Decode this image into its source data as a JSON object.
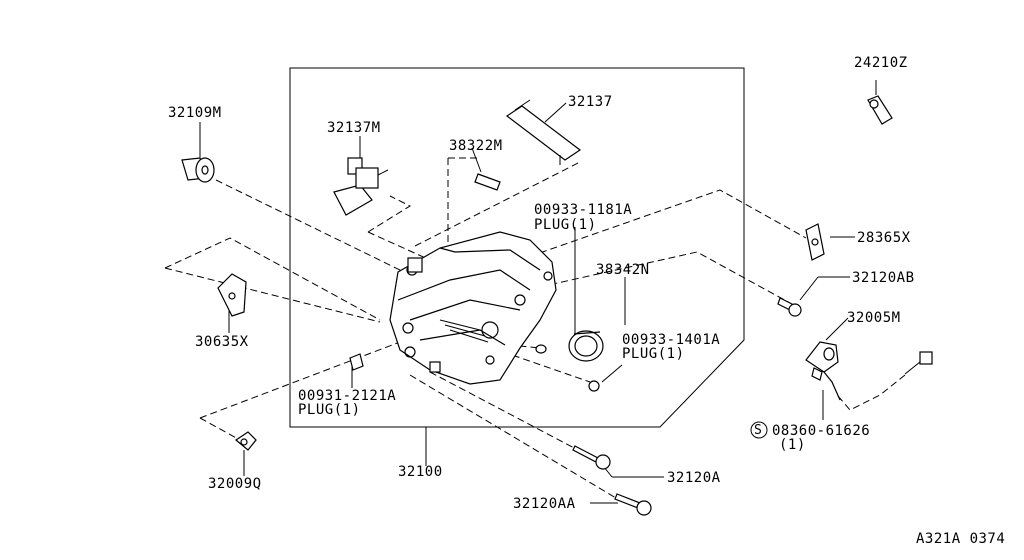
{
  "labels": {
    "p24210z": "24210Z",
    "p32109m": "32109M",
    "p32137m": "32137M",
    "p32137": "32137",
    "p38322m": "38322M",
    "p00933_1181a": "00933-1181A",
    "plug1": "PLUG(1)",
    "p28365x": "28365X",
    "p38342n": "38342N",
    "p32120ab": "32120AB",
    "p30635x": "30635X",
    "p32005m": "32005M",
    "p00933_1401a": "00933-1401A",
    "plug2": "PLUG(1)",
    "p00931_2121a": "00931-2121A",
    "plug3": "PLUG(1)",
    "s_mark": "S",
    "p08360_61626": "08360-61626",
    "qty1": "(1)",
    "p32009q": "32009Q",
    "p32100": "32100",
    "p32120a": "32120A",
    "p32120aa": "32120AA",
    "ref_code": "A321A 0374"
  }
}
